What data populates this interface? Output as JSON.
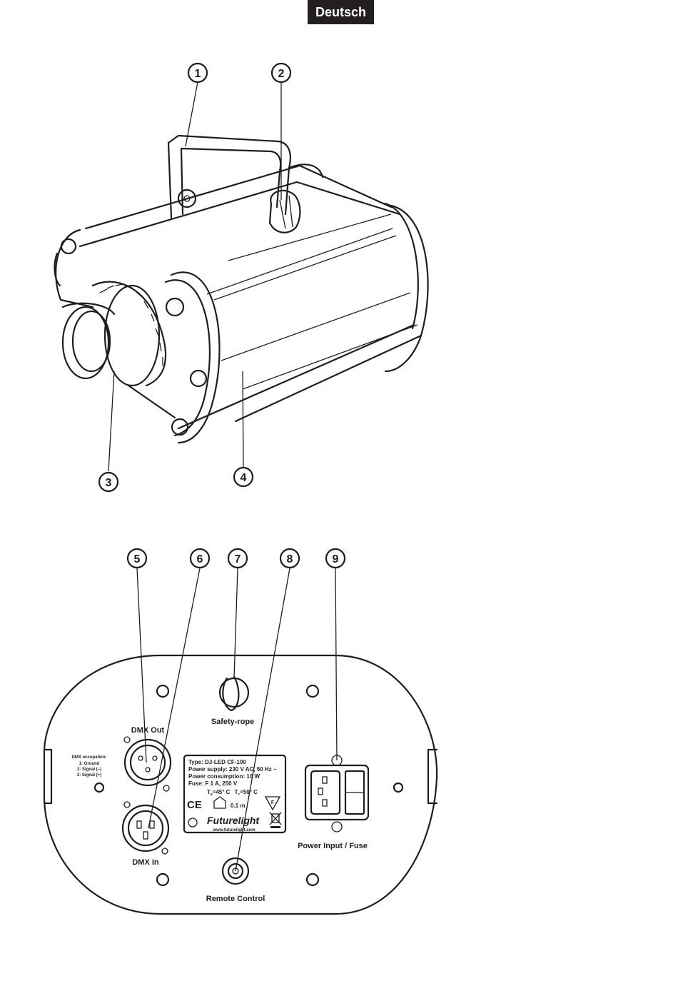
{
  "header": {
    "language_tab": "Deutsch"
  },
  "callouts": [
    "1",
    "2",
    "3",
    "4",
    "5",
    "6",
    "7",
    "8",
    "9"
  ],
  "rear_panel": {
    "dmx_out_label": "DMX Out",
    "dmx_in_label": "DMX In",
    "safety_rope_label": "Safety-rope",
    "remote_control_label": "Remote Control",
    "power_label": "Power Input / Fuse",
    "dmx_occupation": {
      "title": "DMX occupation:",
      "lines": [
        "1: Ground",
        "2: Signal (–)",
        "3: Signal (+)"
      ]
    },
    "type_plate": {
      "lines": [
        "Type: DJ-LED CF-100",
        "Power supply: 230 V AC, 50 Hz ~",
        "Power consumption: 10 W",
        "Fuse: F 1 A, 250 V"
      ],
      "ta": "T",
      "ta_sub": "a",
      "ta_value": "=45° C",
      "tc": "T",
      "tc_sub": "c",
      "tc_value": "=50° C",
      "ce_mark": "CE",
      "distance": "0.1 m",
      "f_mark": "F",
      "brand": "Futurelight",
      "url": "www.futurelight.com"
    }
  }
}
